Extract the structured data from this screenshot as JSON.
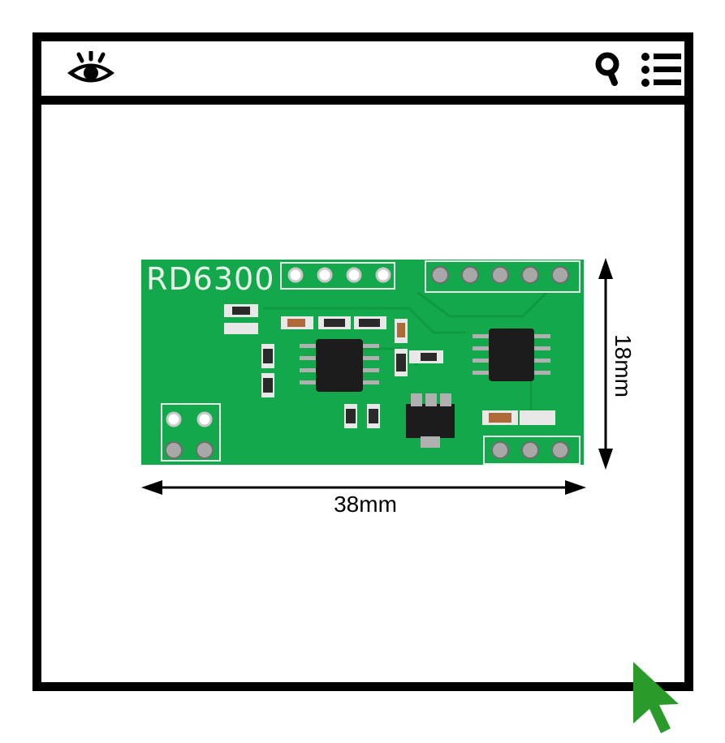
{
  "board": {
    "label": "RD6300"
  },
  "dimensions": {
    "width": "38mm",
    "height": "18mm"
  },
  "icons": {
    "eye": "eye-icon",
    "search": "search-icon",
    "menu": "list-menu-icon",
    "cursor": "cursor-icon"
  },
  "colors": {
    "frame": "#000000",
    "pcb": "#13a84b",
    "cursor": "#2a9a2a"
  }
}
